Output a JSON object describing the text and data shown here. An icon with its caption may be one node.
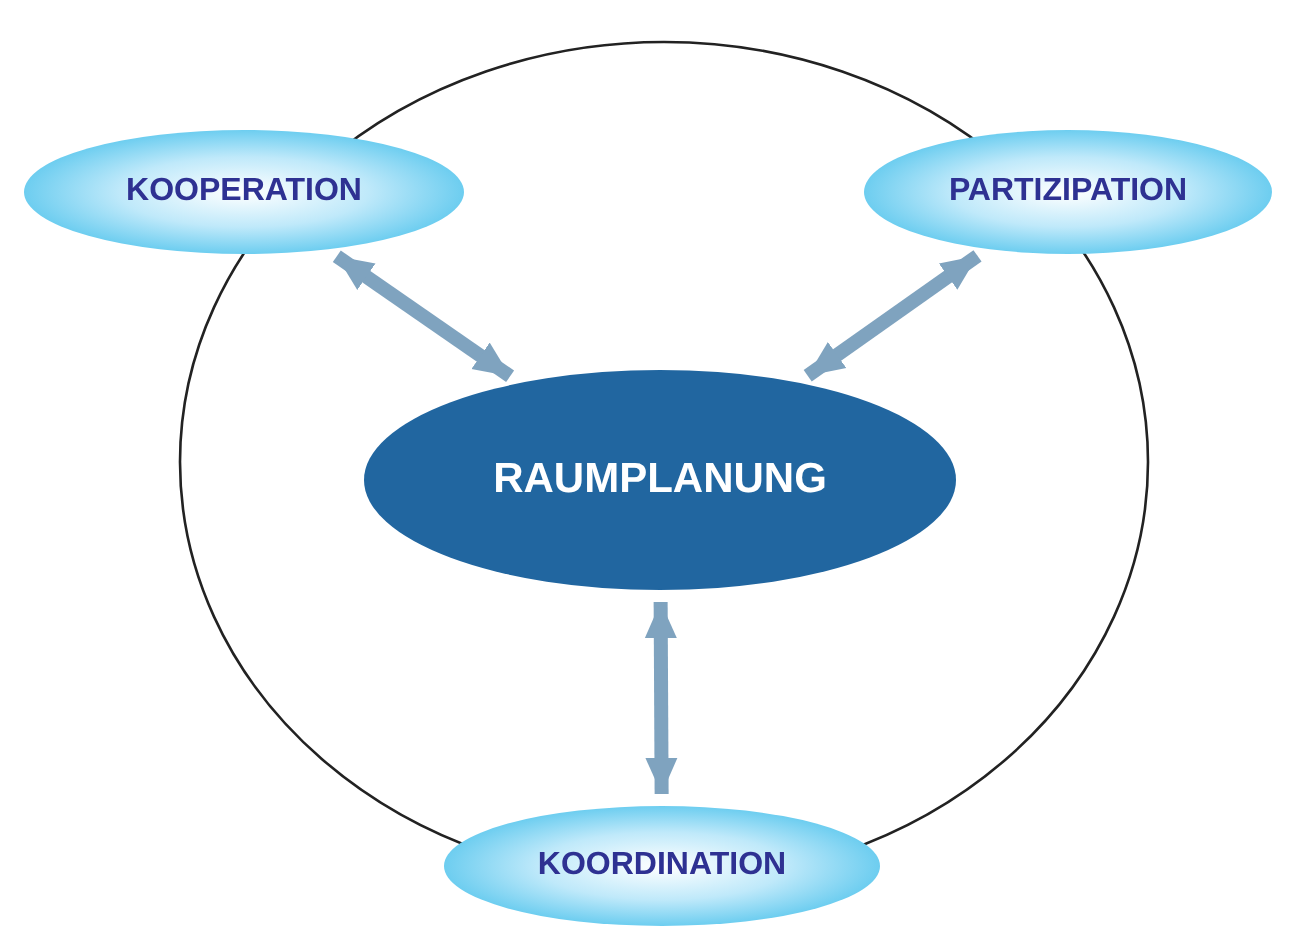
{
  "diagram": {
    "nodes": [
      {
        "text": [
          "RAUMPLANUNG"
        ]
      },
      {
        "text": [
          "KOOPERATION"
        ]
      },
      {
        "text": [
          "PARTIZIPATION"
        ]
      },
      {
        "text": [
          "KOORDINATION"
        ]
      }
    ],
    "edges": [
      {
        "from": 0,
        "to": 1,
        "arrow": "both"
      },
      {
        "from": 0,
        "to": 2,
        "arrow": "both"
      },
      {
        "from": 0,
        "to": 3,
        "arrow": "both"
      }
    ]
  }
}
